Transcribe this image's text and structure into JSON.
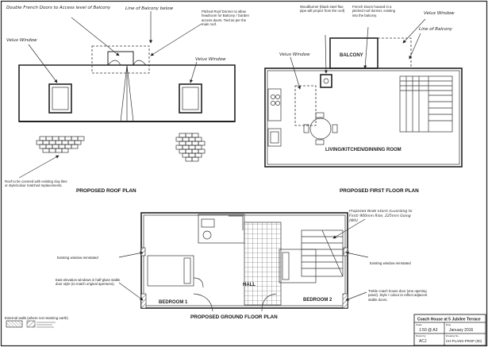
{
  "roof_plan": {
    "title": "PROPOSED ROOF PLAN",
    "notes": {
      "double_doors": "Double French Doors to Access level of Balcony",
      "balcony_below": "Line of Balcony below",
      "pitched_dormer": "Pitched Roof Dormer to allow headroom for Balcony / Garden access doors. Tied as per the main roof.",
      "velux_left": "Velux Window",
      "velux_right": "Velux Window",
      "roof_covering": "Roof to be covered with existing clay tiles or style/colour matched replacements."
    }
  },
  "first_floor": {
    "title": "PROPOSED FIRST FLOOR PLAN",
    "notes": {
      "velux_left": "Velux Window",
      "woodburner": "Woodburner (black steel flue pipe will project from the roof)",
      "french_doors": "French Doors housed in a pitched roof dormer, existing into the balcony.",
      "velux_top": "Velux Window",
      "line_of_balcony": "Line of Balcony"
    },
    "rooms": {
      "balcony": "BALCONY",
      "living": "LIVING/KITCHEN/DINNING ROOM"
    }
  },
  "ground_floor": {
    "title": "PROPOSED GROUND FLOOR PLAN",
    "notes": {
      "stairs": "Proposed Wide Stairs (Guarding to First) 900mm Rise, 225mm Going (Wh)",
      "window_left": "Existing window reinstated",
      "window_right": "Existing window reinstated",
      "east_elevation": "East elevation windows in half-glass stable door style (to match original apertures).",
      "coach_doors": "Treble coach house door (one opening panel). Style / colour to reflect adjacent stable doors."
    },
    "rooms": {
      "bedroom1": "BEDROOM 1",
      "hall": "HALL",
      "bedroom2": "BEDROOM 2"
    }
  },
  "legend": {
    "external_walls": "External walls (where not retaining earth)"
  },
  "title_block": {
    "project": "Coach House at 5 Jubilee Terrace",
    "scale_label": "Scale",
    "scale": "1:50 @ A3",
    "date_label": "Date",
    "date": "January 2016",
    "drawn_label": "Drawn by",
    "drawn": "ACJ",
    "drawing_label": "Drawing No.",
    "drawing_no": "CH-PLANS-PROP (00)"
  }
}
